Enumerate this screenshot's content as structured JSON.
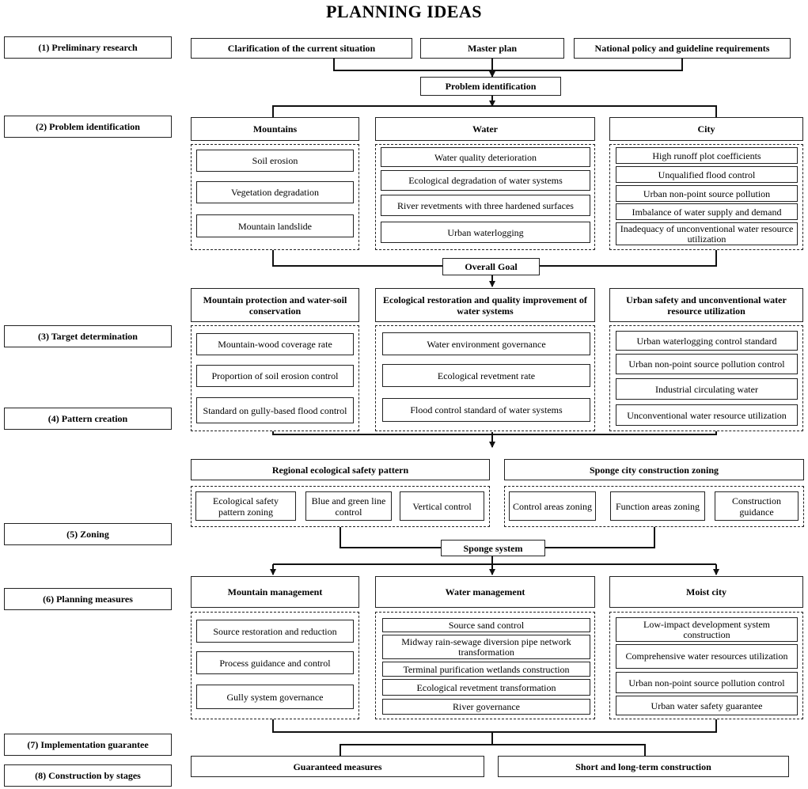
{
  "title": "PLANNING IDEAS",
  "steps": [
    "(1) Preliminary research",
    "(2) Problem identification",
    "(3) Target determination",
    "(4) Pattern creation",
    "(5) Zoning",
    "(6) Planning measures",
    "(7) Implementation guarantee",
    "(8) Construction by stages"
  ],
  "research": [
    "Clarification of the current situation",
    "Master plan",
    "National policy and guideline requirements"
  ],
  "problem_identification": "Problem identification",
  "problem_categories": [
    "Mountains",
    "Water",
    "City"
  ],
  "problems": {
    "mountains": [
      "Soil erosion",
      "Vegetation degradation",
      "Mountain landslide"
    ],
    "water": [
      "Water quality deterioration",
      "Ecological degradation of water systems",
      "River revetments with three hardened surfaces",
      "Urban waterlogging"
    ],
    "city": [
      "High runoff plot coefficients",
      "Unqualified flood control",
      "Urban non-point source pollution",
      "Imbalance of water supply and demand",
      "Inadequacy of unconventional water resource utilization"
    ]
  },
  "overall_goal": "Overall Goal",
  "target_categories": [
    "Mountain protection and water-soil conservation",
    "Ecological restoration and quality improvement of water systems",
    "Urban safety and unconventional water resource utilization"
  ],
  "targets": {
    "mountain": [
      "Mountain-wood coverage rate",
      "Proportion of soil erosion control",
      "Standard on gully-based flood control"
    ],
    "water": [
      "Water environment governance",
      "Ecological revetment rate",
      "Flood control standard of water systems"
    ],
    "urban": [
      "Urban waterlogging control standard",
      "Urban non-point source pollution control",
      "Industrial circulating water",
      "Unconventional water resource utilization"
    ]
  },
  "patterns": {
    "regional": {
      "title": "Regional ecological safety pattern",
      "items": [
        "Ecological safety pattern zoning",
        "Blue and green line control",
        "Vertical control"
      ]
    },
    "sponge_zoning": {
      "title": "Sponge city construction zoning",
      "items": [
        "Control areas zoning",
        "Function  areas zoning",
        "Construction guidance"
      ]
    }
  },
  "sponge_system": "Sponge system",
  "measure_categories": [
    "Mountain management",
    "Water management",
    "Moist city"
  ],
  "measures": {
    "mountain": [
      "Source restoration and reduction",
      "Process guidance and control",
      "Gully system governance"
    ],
    "water": [
      "Source sand control",
      "Midway rain-sewage diversion pipe network transformation",
      "Terminal purification wetlands construction",
      "Ecological revetment transformation",
      "River governance"
    ],
    "city": [
      "Low-impact development system construction",
      "Comprehensive water resources utilization",
      "Urban non-point source pollution control",
      "Urban water safety guarantee"
    ]
  },
  "final": [
    "Guaranteed measures",
    "Short and long-term construction"
  ]
}
